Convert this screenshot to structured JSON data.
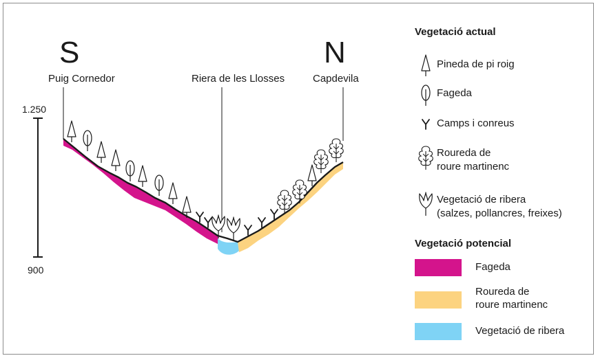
{
  "profile": {
    "south_label": "S",
    "north_label": "N",
    "places": {
      "south": "Puig Cornedor",
      "valley": "Riera de les Llosses",
      "north": "Capdevila"
    },
    "elevation_scale": {
      "top": "1.250",
      "bottom": "900"
    }
  },
  "legend": {
    "actual": {
      "title": "Vegetació actual",
      "items": [
        {
          "icon": "pine-tree-icon",
          "label": "Pineda de pi roig"
        },
        {
          "icon": "beech-tree-icon",
          "label": "Fageda"
        },
        {
          "icon": "crop-sprout-icon",
          "label": "Camps i conreus"
        },
        {
          "icon": "oak-tree-icon",
          "line1": "Roureda de",
          "line2": "roure martinenc"
        },
        {
          "icon": "riparian-tree-icon",
          "line1": "Vegetació de ribera",
          "line2": "(salzes, pollancres, freixes)"
        }
      ]
    },
    "potential": {
      "title": "Vegetació potencial",
      "items": [
        {
          "color": "#d4148c",
          "label": "Fageda"
        },
        {
          "color": "#fcd380",
          "line1": "Roureda de",
          "line2": "roure martinenc"
        },
        {
          "color": "#7fd3f5",
          "label": "Vegetació de ribera"
        }
      ]
    }
  }
}
